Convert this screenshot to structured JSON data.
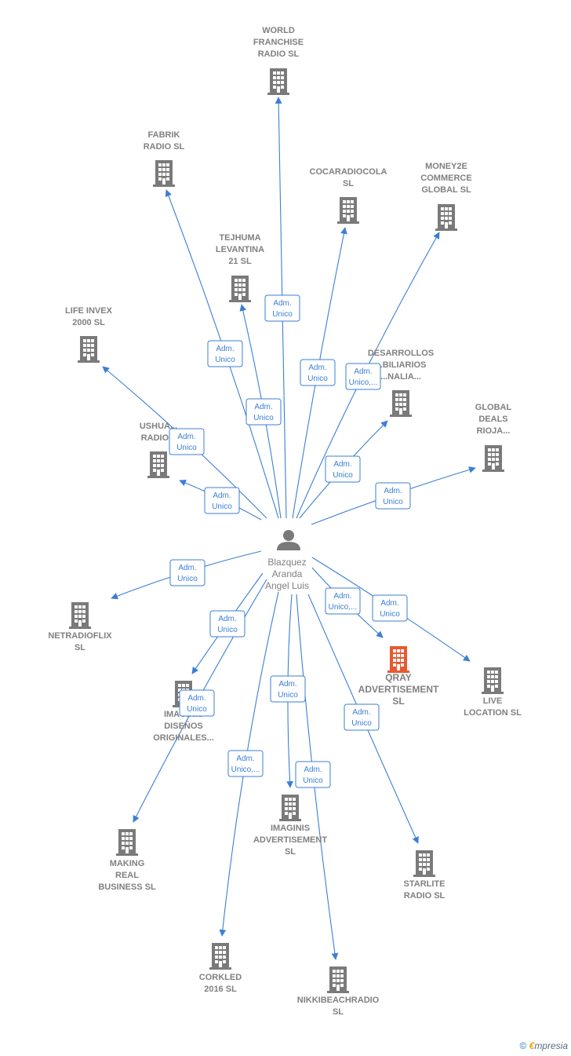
{
  "colors": {
    "edge": "#3b7fd4",
    "building": "#7a7a7a",
    "building_focus": "#e8592f",
    "person": "#7a7a7a",
    "label": "#808080"
  },
  "center": {
    "name_lines": [
      "Blazquez",
      "Aranda",
      "Angel Luis"
    ],
    "icon": "person-icon"
  },
  "companies": [
    {
      "id": "world",
      "lines": [
        "WORLD",
        "FRANCHISE",
        "RADIO  SL"
      ],
      "focus": false
    },
    {
      "id": "fabrik",
      "lines": [
        "FABRIK",
        "RADIO  SL"
      ],
      "focus": false
    },
    {
      "id": "cocaradiocola",
      "lines": [
        "COCARADIOCOLA",
        "SL"
      ],
      "focus": false
    },
    {
      "id": "money2e",
      "lines": [
        "MONEY2E",
        "COMMERCE",
        "GLOBAL  SL"
      ],
      "focus": false
    },
    {
      "id": "tejhuma",
      "lines": [
        "TEJHUMA",
        "LEVANTINA",
        "21  SL"
      ],
      "focus": false
    },
    {
      "id": "lifeinvex",
      "lines": [
        "LIFE INVEX",
        "2000  SL"
      ],
      "focus": false
    },
    {
      "id": "desarrollos",
      "lines": [
        "DESARROLLOS",
        "...BILIARIOS",
        "...NALIA..."
      ],
      "focus": false
    },
    {
      "id": "globaldeals",
      "lines": [
        "GLOBAL",
        "DEALS",
        "RIOJA..."
      ],
      "focus": false
    },
    {
      "id": "ushuaia",
      "lines": [
        "USHUA...",
        "RADIO..."
      ],
      "focus": false
    },
    {
      "id": "netradioflix",
      "lines": [
        "NETRADIOFLIX",
        "SL"
      ],
      "focus": false
    },
    {
      "id": "qray",
      "lines": [
        "QRAY",
        "ADVERTISEMENT",
        "SL"
      ],
      "focus": true
    },
    {
      "id": "livelocation",
      "lines": [
        "LIVE",
        "LOCATION  SL"
      ],
      "focus": false
    },
    {
      "id": "imaginisdisenos",
      "lines": [
        "IMAGINIS",
        "DISEÑOS",
        "ORIGINALES..."
      ],
      "focus": false
    },
    {
      "id": "imaginisadv",
      "lines": [
        "IMAGINIS",
        "ADVERTISEMENT",
        "SL"
      ],
      "focus": false
    },
    {
      "id": "making",
      "lines": [
        "MAKING",
        "REAL",
        "BUSINESS  SL"
      ],
      "focus": false
    },
    {
      "id": "starlite",
      "lines": [
        "STARLITE",
        "RADIO  SL"
      ],
      "focus": false
    },
    {
      "id": "corkled",
      "lines": [
        "CORKLED",
        "2016  SL"
      ],
      "focus": false
    },
    {
      "id": "nikkibeach",
      "lines": [
        "NIKKIBEACHRADIO",
        "SL"
      ],
      "focus": false
    }
  ],
  "relations": [
    {
      "target": "world",
      "lines": [
        "Adm.",
        "Unico"
      ]
    },
    {
      "target": "fabrik",
      "lines": [
        "Adm.",
        "Unico"
      ]
    },
    {
      "target": "cocaradiocola",
      "lines": [
        "Adm.",
        "Unico"
      ]
    },
    {
      "target": "money2e",
      "lines": [
        "Adm.",
        "Unico,..."
      ]
    },
    {
      "target": "tejhuma",
      "lines": [
        "Adm.",
        "Unico"
      ]
    },
    {
      "target": "lifeinvex",
      "lines": [
        "Adm.",
        "Unico"
      ]
    },
    {
      "target": "desarrollos",
      "lines": [
        "Adm.",
        "Unico"
      ]
    },
    {
      "target": "globaldeals",
      "lines": [
        "Adm.",
        "Unico"
      ]
    },
    {
      "target": "ushuaia",
      "lines": [
        "Adm.",
        "Unico"
      ]
    },
    {
      "target": "netradioflix",
      "lines": [
        "Adm.",
        "Unico"
      ]
    },
    {
      "target": "qray",
      "lines": [
        "Adm.",
        "Unico,..."
      ]
    },
    {
      "target": "livelocation",
      "lines": [
        "Adm.",
        "Unico"
      ]
    },
    {
      "target": "imaginisdisenos",
      "lines": [
        "Adm.",
        "Unico"
      ]
    },
    {
      "target": "imaginisadv",
      "lines": [
        "Adm.",
        "Unico"
      ]
    },
    {
      "target": "making",
      "lines": [
        "Adm.",
        "Unico"
      ]
    },
    {
      "target": "starlite",
      "lines": [
        "Adm.",
        "Unico"
      ]
    },
    {
      "target": "corkled",
      "lines": [
        "Adm.",
        "Unico,..."
      ]
    },
    {
      "target": "nikkibeach",
      "lines": [
        "Adm.",
        "Unico"
      ]
    }
  ],
  "credit": {
    "symbol": "©",
    "brand_initial": "€",
    "brand_rest": "mpresia"
  }
}
